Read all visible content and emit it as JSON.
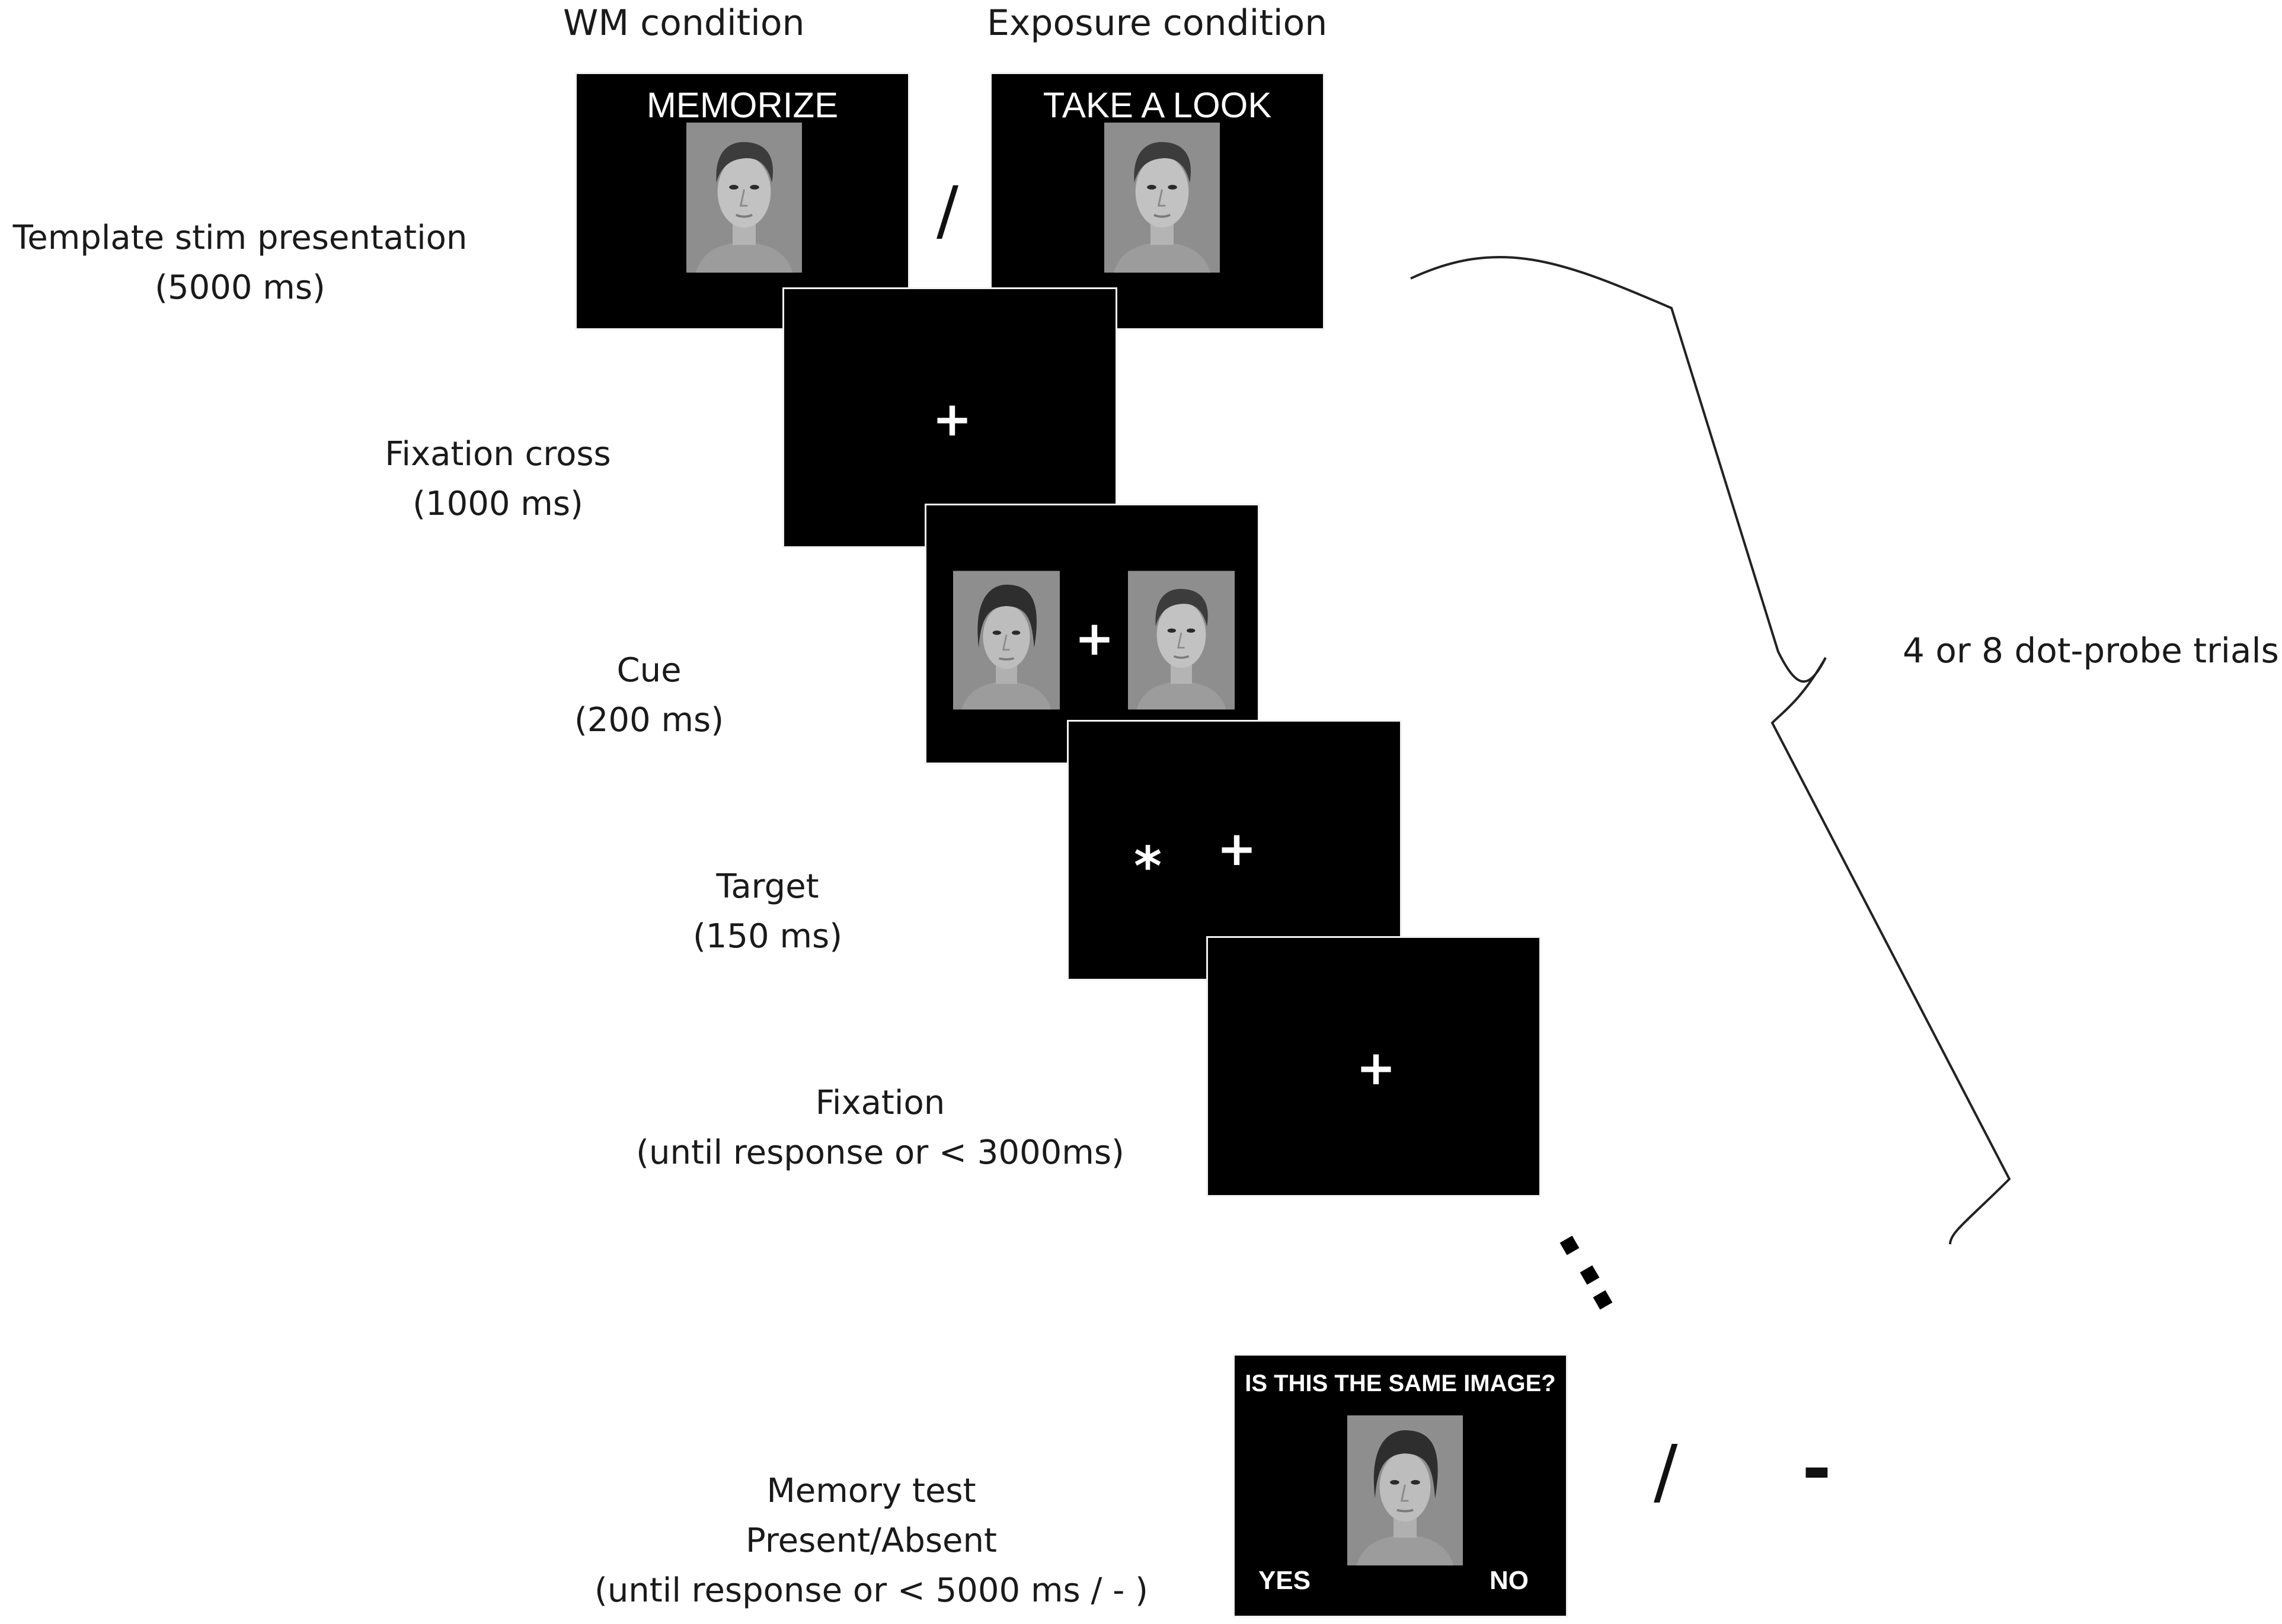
{
  "headers": {
    "wm_condition": "WM condition",
    "exposure_condition": "Exposure condition"
  },
  "steps": {
    "template": {
      "name": "Template stim presentation",
      "duration": "(5000 ms)"
    },
    "fixation_cross": {
      "name": "Fixation cross",
      "duration": "(1000 ms)"
    },
    "cue": {
      "name": "Cue",
      "duration": "(200 ms)"
    },
    "target": {
      "name": "Target",
      "duration": "(150 ms)"
    },
    "fixation": {
      "name": "Fixation",
      "duration": "(until response or < 3000ms)"
    },
    "memory_test": {
      "name": "Memory test",
      "subtitle": "Present/Absent",
      "duration": "(until response or < 5000 ms / - )"
    }
  },
  "screens": {
    "memorize_text": "MEMORIZE",
    "take_a_look_text": "TAKE A LOOK",
    "fixation_symbol": "+",
    "target_symbol": "*",
    "memory_question": "IS THIS THE SAME IMAGE?",
    "yes_label": "YES",
    "no_label": "NO"
  },
  "separators": {
    "slash_top": "/",
    "slash_bottom": "/",
    "dash_bottom": "-",
    "ellipsis": "..."
  },
  "brace_label": "4 or 8 dot-probe trials",
  "colors": {
    "screen_bg": "#000000",
    "screen_text": "#ffffff",
    "face_bg": "#8a8a8a"
  }
}
